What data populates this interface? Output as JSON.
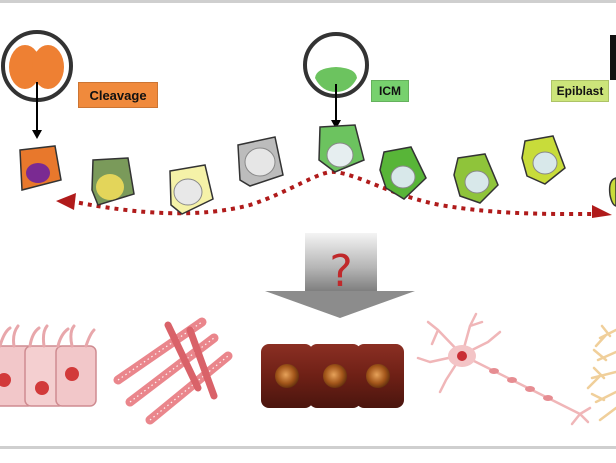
{
  "labels": {
    "cleavage": "Cleavage",
    "icm": "ICM",
    "epiblast": "Epiblast",
    "question": "?"
  },
  "colors": {
    "cleavage_label_bg": "#f08a3c",
    "icm_label_bg": "#77d16e",
    "epiblast_label_bg": "#cce57a",
    "embryo_orange": "#ee8033",
    "icm_green": "#6cc35f",
    "path_dots": "#b01b1b",
    "question_mark": "#c0292b",
    "arrow_gray": "#8c8c8c"
  },
  "icons": [
    "cleavage-embryo-icon",
    "blastocyst-icm-icon",
    "epiblast-icon",
    "stem-cell-icon",
    "down-arrow-icon",
    "epithelial-cells-icon",
    "muscle-fibers-icon",
    "hepatocytes-icon",
    "neuron-icon",
    "dendritic-cell-icon"
  ]
}
